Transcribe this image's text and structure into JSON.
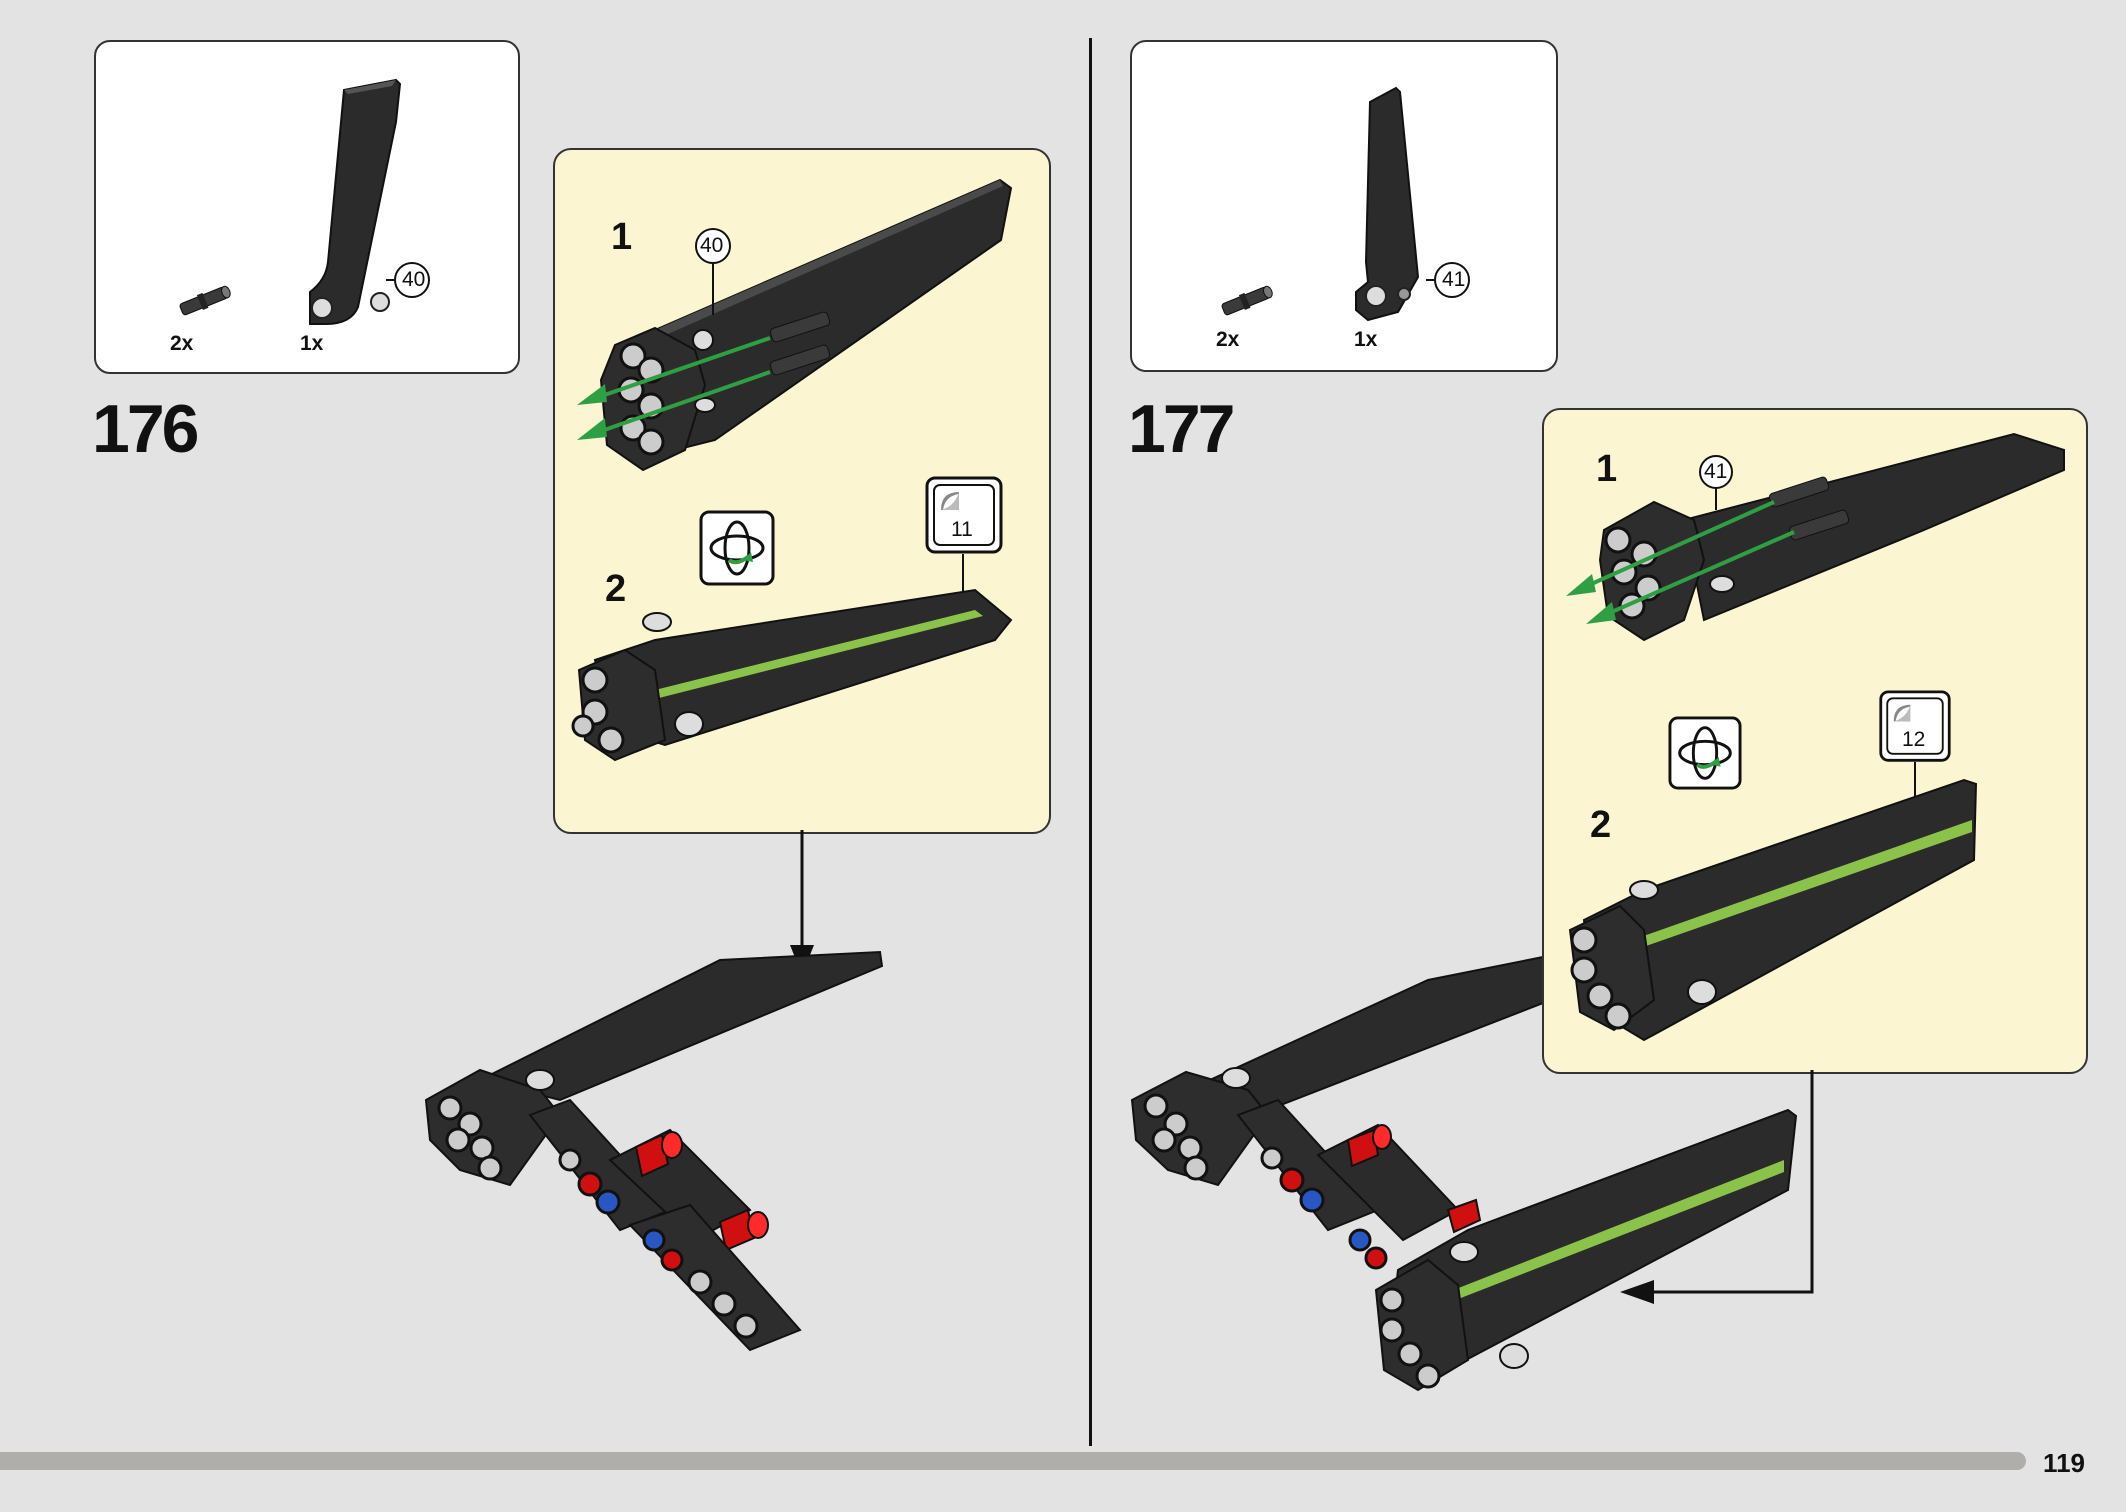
{
  "page": {
    "number": "119"
  },
  "steps": [
    {
      "number": "176",
      "parts": [
        {
          "qty": "2x"
        },
        {
          "qty": "1x"
        }
      ],
      "part_callout": "40",
      "substeps": [
        {
          "number": "1",
          "callout": "40"
        },
        {
          "number": "2",
          "sticker": "11"
        }
      ]
    },
    {
      "number": "177",
      "parts": [
        {
          "qty": "2x"
        },
        {
          "qty": "1x"
        }
      ],
      "part_callout": "41",
      "substeps": [
        {
          "number": "1",
          "callout": "41"
        },
        {
          "number": "2",
          "sticker": "12"
        }
      ]
    }
  ],
  "progress": {
    "fraction": 0.95
  },
  "colors": {
    "background": "#e3e3e3",
    "subassembly_bg": "#fbf5d2",
    "panel_black": "#2b2b2b",
    "stripe_green": "#8bc34a",
    "arrow_green": "#2ea043",
    "pin_red": "#d01010",
    "pin_blue": "#2857c4"
  }
}
